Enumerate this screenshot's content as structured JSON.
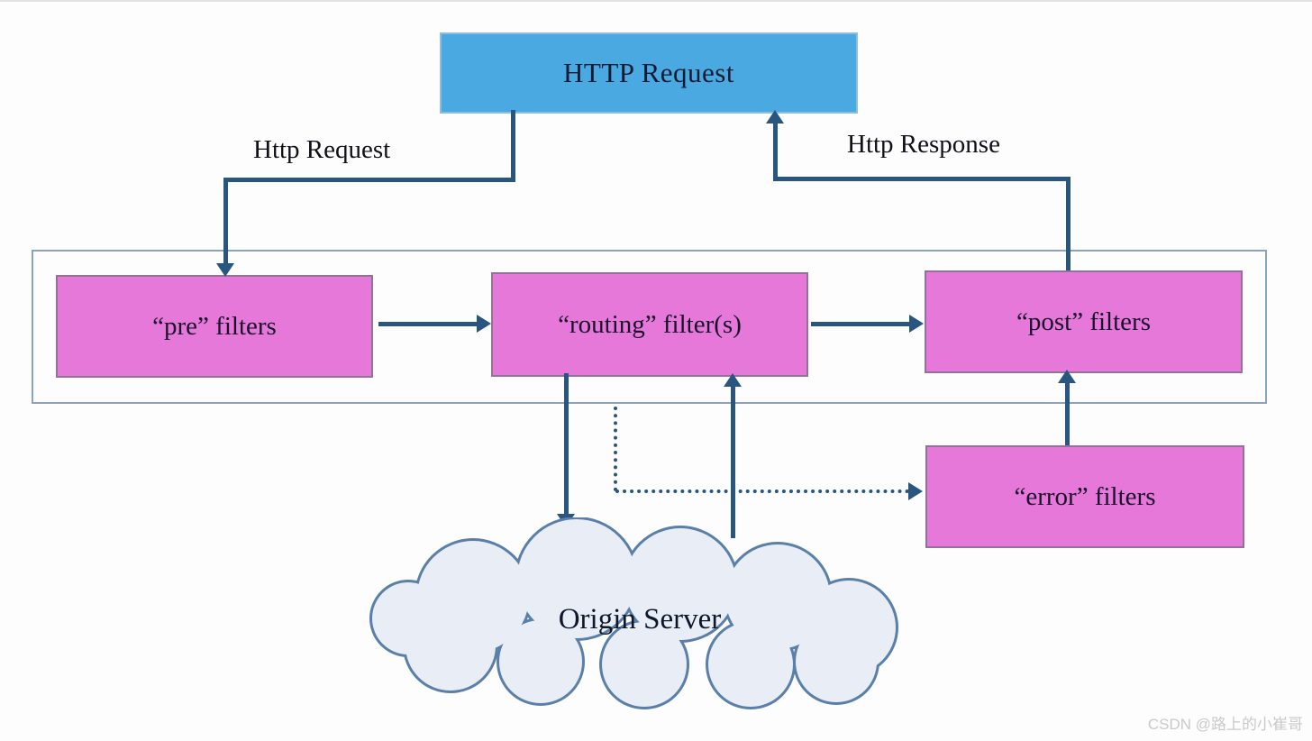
{
  "colors": {
    "accent_blue": "#4aa9e0",
    "filter_pink": "#e678d9",
    "arrow_blue": "#28567e",
    "frame_border": "#8ba3bd",
    "cloud_fill": "#e8edf6",
    "cloud_stroke": "#5a7fa8",
    "watermark_gray": "#c9c9c9"
  },
  "nodes": {
    "http_request": "HTTP Request",
    "pre": "“pre” filters",
    "routing": "“routing” filter(s)",
    "post": "“post” filters",
    "error": "“error” filters",
    "origin_server": "Origin Server"
  },
  "edge_labels": {
    "request": "Http Request",
    "response": "Http Response"
  },
  "watermark": "CSDN @路上的小崔哥"
}
